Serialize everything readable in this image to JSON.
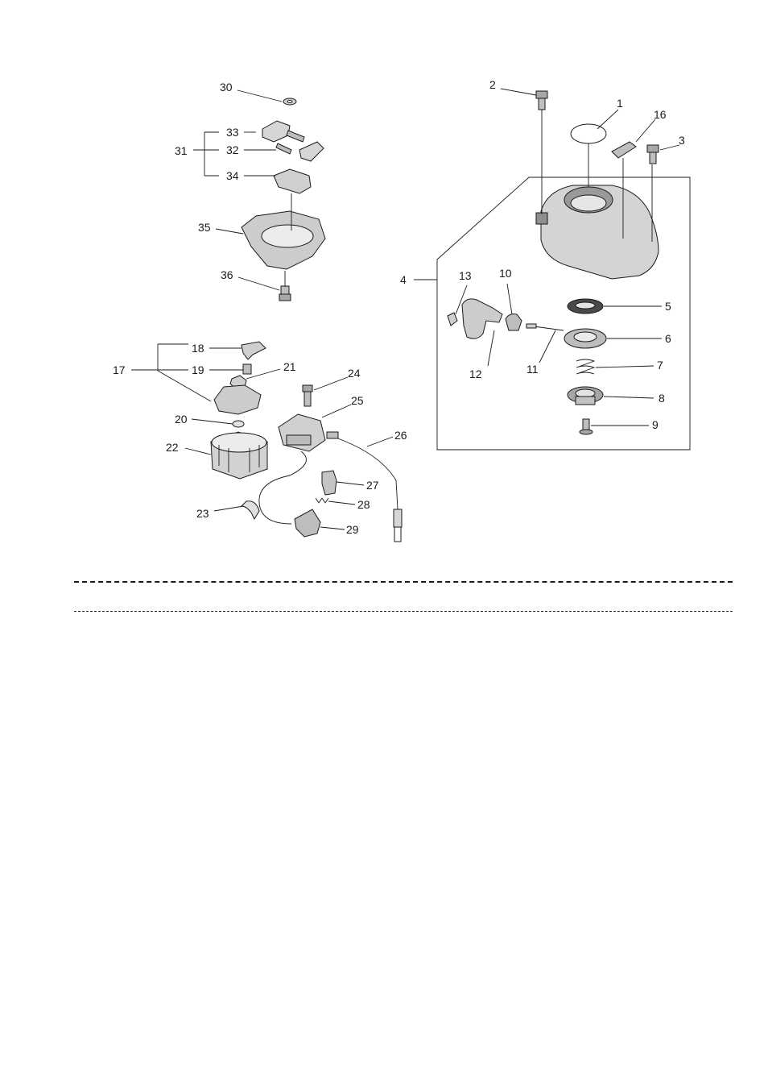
{
  "diagram": {
    "callouts": {
      "c1": "1",
      "c2": "2",
      "c3": "3",
      "c4": "4",
      "c5": "5",
      "c6": "6",
      "c7": "7",
      "c8": "8",
      "c9": "9",
      "c10": "10",
      "c11": "11",
      "c12": "12",
      "c13": "13",
      "c16": "16",
      "c17": "17",
      "c18": "18",
      "c19": "19",
      "c20": "20",
      "c21": "21",
      "c22": "22",
      "c23": "23",
      "c24": "24",
      "c25": "25",
      "c26": "26",
      "c27": "27",
      "c28": "28",
      "c29": "29",
      "c30": "30",
      "c31": "31",
      "c32": "32",
      "c33": "33",
      "c34": "34",
      "c35": "35",
      "c36": "36"
    },
    "colors": {
      "line": "#1a1a1a",
      "part_fill": "#d9d9d9",
      "part_dark": "#8c8c8c"
    }
  }
}
